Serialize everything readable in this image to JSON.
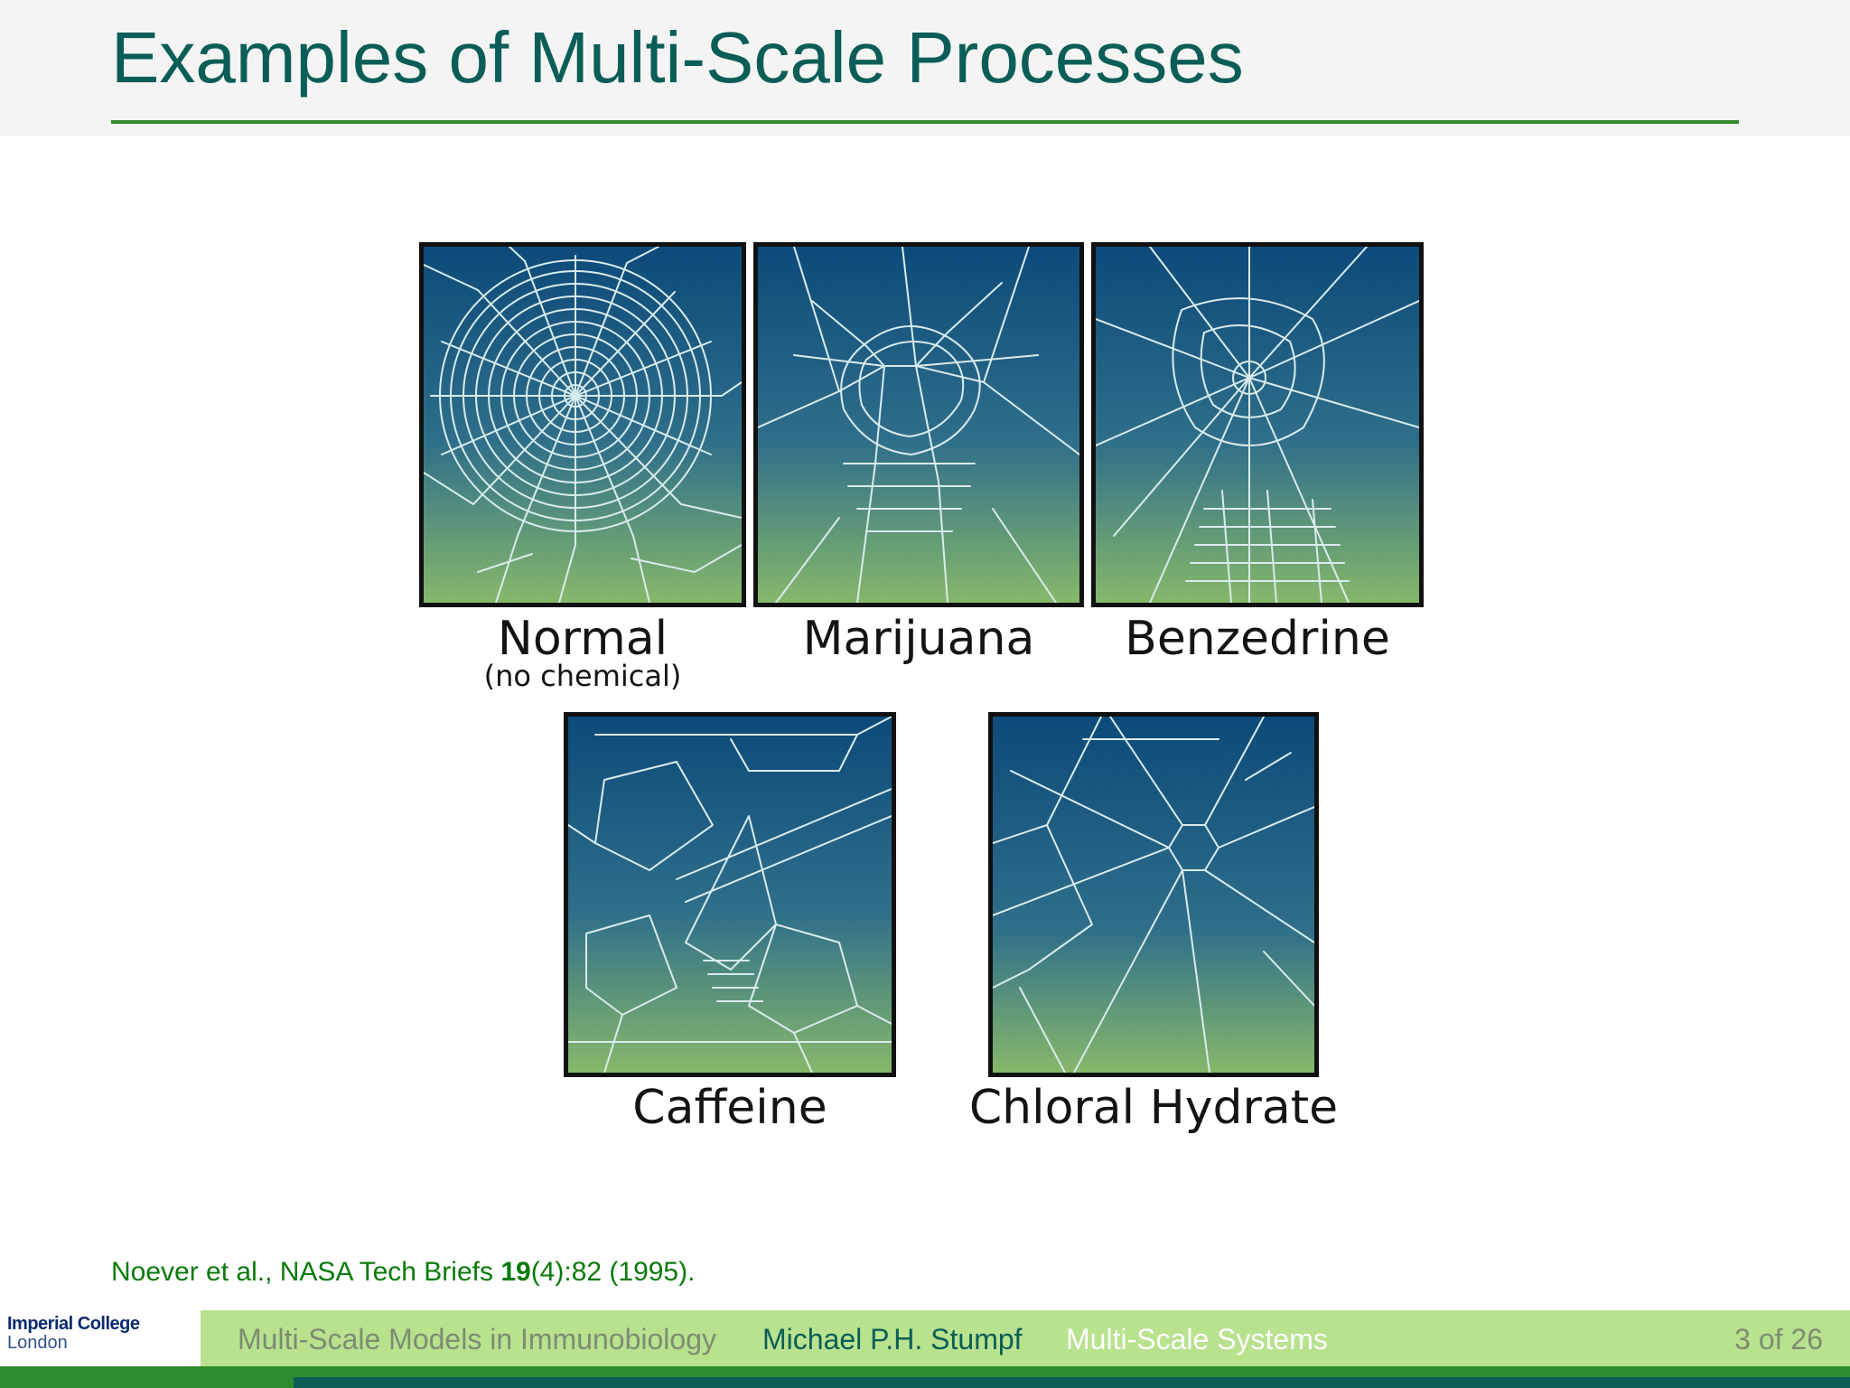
{
  "slide": {
    "title": "Examples of Multi-Scale Processes"
  },
  "figure": {
    "panels": [
      {
        "label": "Normal",
        "sublabel": "(no chemical)"
      },
      {
        "label": "Marijuana"
      },
      {
        "label": "Benzedrine"
      },
      {
        "label": "Caffeine"
      },
      {
        "label": "Chloral Hydrate"
      }
    ],
    "colors": {
      "panel_top": "#0d4a7a",
      "panel_bottom": "#86b86a",
      "web_strand": "#d9ecec"
    }
  },
  "citation": {
    "prefix": "Noever et al., NASA Tech Briefs ",
    "volume": "19",
    "suffix": "(4):82 (1995)."
  },
  "footer": {
    "logo_line1": "Imperial College",
    "logo_line2": "London",
    "course": "Multi-Scale Models in Immunobiology",
    "author": "Michael P.H. Stumpf",
    "section": "Multi-Scale Systems",
    "page": "3 of 26"
  },
  "colors": {
    "title": "#0b5e57",
    "accent_green": "#2e8b2e",
    "footer_bar": "#b8e28e",
    "citation": "#0a7a0a"
  }
}
